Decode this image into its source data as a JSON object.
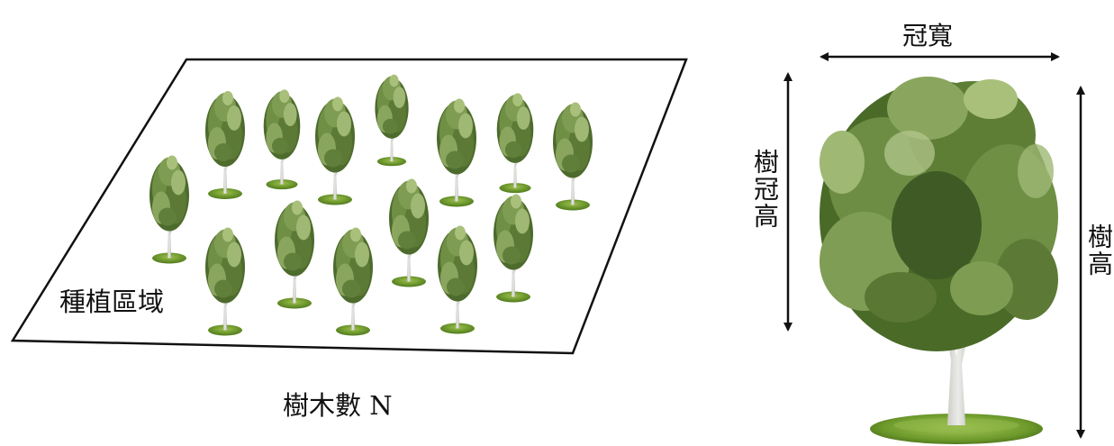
{
  "planting_diagram": {
    "area_label": "種植區域",
    "tree_count_label": "樹木數 N"
  },
  "single_tree_diagram": {
    "crown_width_label": "冠寬",
    "crown_height_label": "樹冠高",
    "tree_height_label": "樹高"
  },
  "colors": {
    "line": "#111111",
    "foliage_dark": "#3f5a25",
    "foliage_mid": "#6f8f45",
    "foliage_light": "#a9c07a",
    "trunk": "#d9d9d4",
    "grass": "#6f9a2a"
  }
}
